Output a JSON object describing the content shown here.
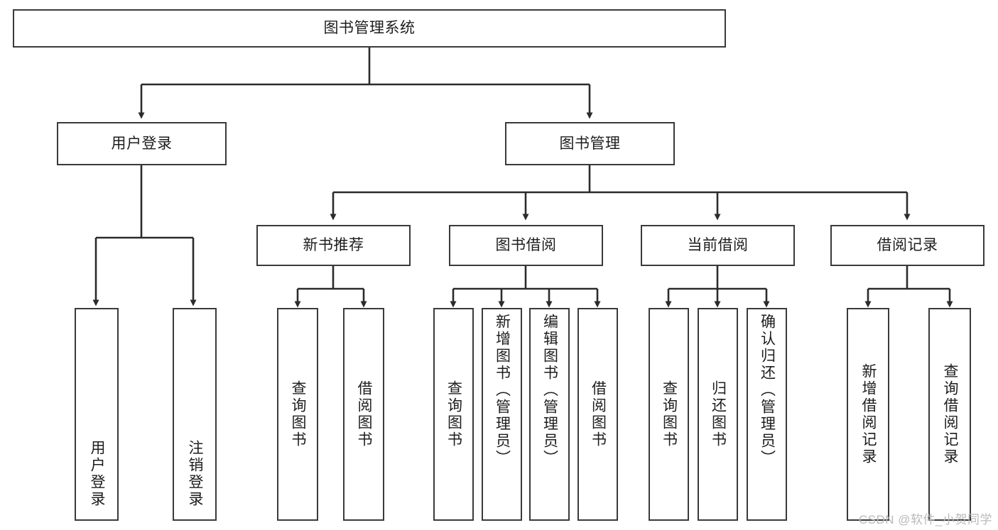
{
  "diagram": {
    "title": "图书管理系统",
    "type": "tree-hierarchy-diagram",
    "colors": {
      "box_border": "#3a3a3a",
      "box_fill": "#ffffff",
      "connector": "#2b2b2b",
      "text": "#1d1d1d",
      "watermark": "#b9b9b9",
      "background": "#ffffff"
    },
    "root": {
      "label": "图书管理系统"
    },
    "level2": [
      {
        "label": "用户登录"
      },
      {
        "label": "图书管理"
      }
    ],
    "level3": [
      {
        "label": "新书推荐"
      },
      {
        "label": "图书借阅"
      },
      {
        "label": "当前借阅"
      },
      {
        "label": "借阅记录"
      }
    ],
    "leaves_user_login": [
      {
        "label": "用户登录"
      },
      {
        "label": "注销登录"
      }
    ],
    "leaves_new_book": [
      {
        "label": "查询图书"
      },
      {
        "label": "借阅图书"
      }
    ],
    "leaves_borrow": [
      {
        "label": "查询图书"
      },
      {
        "label": "新增图书（管理员）"
      },
      {
        "label": "编辑图书（管理员）"
      },
      {
        "label": "借阅图书"
      }
    ],
    "leaves_current": [
      {
        "label": "查询图书"
      },
      {
        "label": "归还图书"
      },
      {
        "label": "确认归还（管理员）"
      }
    ],
    "leaves_records": [
      {
        "label": "新增借阅记录"
      },
      {
        "label": "查询借阅记录"
      }
    ],
    "watermark": "CSDN @软件_小贺同学"
  }
}
